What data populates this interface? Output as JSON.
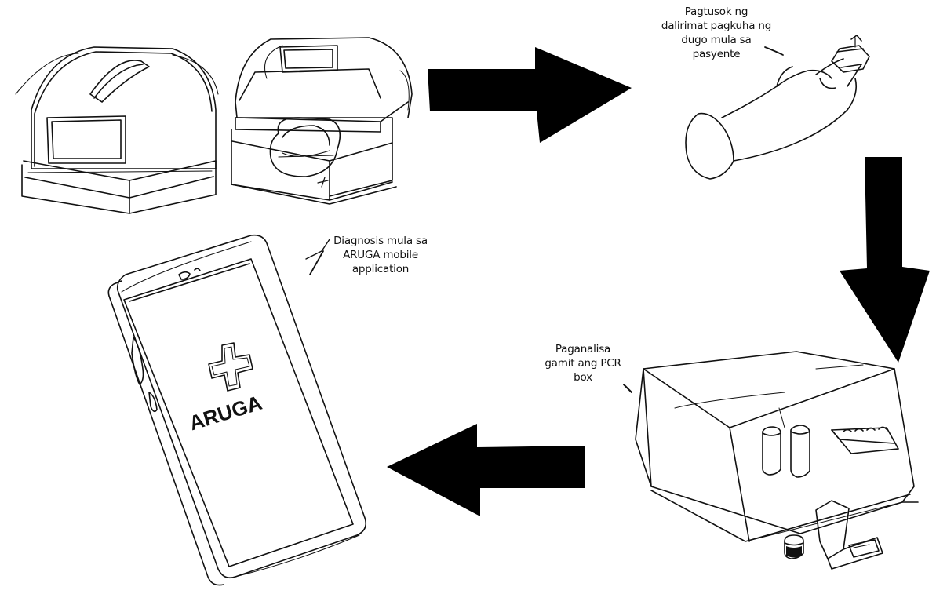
{
  "captions": {
    "finger_prick": [
      "Pagtusok ng",
      "dalirimat pagkuha ng",
      "dugo mula sa",
      "pasyente"
    ],
    "mobile_app": [
      "Diagnosis mula sa",
      "ARUGA mobile",
      "application"
    ],
    "pcr_box": [
      "Paganalisa",
      "gamit ang PCR",
      "box"
    ]
  },
  "phone_screen": {
    "brand": "ARUGA"
  },
  "colors": {
    "ink": "#111111",
    "arrow": "#000000",
    "background": "#ffffff"
  }
}
